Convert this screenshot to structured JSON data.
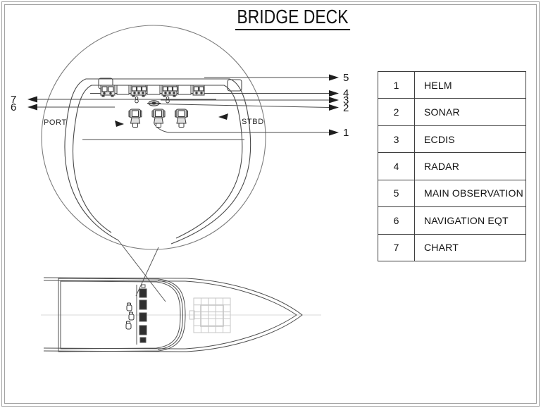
{
  "title": {
    "text": "BRIDGE DECK"
  },
  "diagram": {
    "port_label": "PORT",
    "stbd_label": "STBD",
    "callouts": {
      "right": [
        "5",
        "4",
        "3",
        "2",
        "1"
      ],
      "left": [
        "7",
        "6"
      ]
    }
  },
  "legend": {
    "rows": [
      {
        "num": "1",
        "label": "HELM"
      },
      {
        "num": "2",
        "label": "SONAR"
      },
      {
        "num": "3",
        "label": "ECDIS"
      },
      {
        "num": "4",
        "label": "RADAR"
      },
      {
        "num": "5",
        "label": "MAIN OBSERVATION"
      },
      {
        "num": "6",
        "label": "NAVIGATION EQT"
      },
      {
        "num": "7",
        "label": "CHART"
      }
    ]
  },
  "colors": {
    "line": "#4a4a4a",
    "circle": "#7d7d7d",
    "frame": "#a3a3a3",
    "grid": "#c6c6c6",
    "dark_fill": "#2f2f2f"
  }
}
